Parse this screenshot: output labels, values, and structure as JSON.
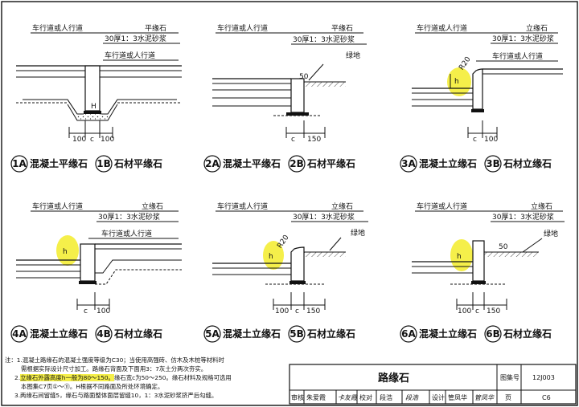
{
  "panels": [
    {
      "top_label": "车行道或人行道",
      "stone": "平缘石",
      "mortar": "30厚1：3水泥砂浆",
      "side_label": "车行道或人行道",
      "green": "",
      "dims": [
        "100",
        "c",
        "100"
      ]
    },
    {
      "top_label": "车行道或人行道",
      "stone": "平缘石",
      "mortar": "30厚1：3水泥砂浆",
      "side_label": "",
      "green": "绿地",
      "dims": [
        "c",
        "150"
      ]
    },
    {
      "top_label": "车行道或人行道",
      "stone": "立缘石",
      "mortar": "30厚1：3水泥砂浆",
      "side_label": "车行道或人行道",
      "green": "",
      "dims": [
        "c",
        "100"
      ]
    },
    {
      "top_label": "车行道或人行道",
      "stone": "立缘石",
      "mortar": "30厚1：3水泥砂浆",
      "side_label": "车行道或人行道",
      "green": "",
      "dims": [
        "c",
        "100"
      ]
    },
    {
      "top_label": "车行道或人行道",
      "stone": "立缘石",
      "mortar": "30厚1：3水泥砂浆",
      "side_label": "",
      "green": "绿地",
      "dims": [
        "100",
        "c",
        "150"
      ]
    },
    {
      "top_label": "车行道或人行道",
      "stone": "立缘石",
      "mortar": "30厚1：3水泥砂浆",
      "side_label": "",
      "green": "绿地",
      "dims": [
        "100",
        "c",
        "150"
      ]
    }
  ],
  "marks": {
    "h": "h",
    "r20": "R20",
    "fifty": "50"
  },
  "captions": [
    {
      "a_id": "1A",
      "a_text": "混凝土平缘石",
      "b_id": "1B",
      "b_text": "石材平缘石"
    },
    {
      "a_id": "2A",
      "a_text": "混凝土平缘石",
      "b_id": "2B",
      "b_text": "石材平缘石"
    },
    {
      "a_id": "3A",
      "a_text": "混凝土立缘石",
      "b_id": "3B",
      "b_text": "石材立缘石"
    },
    {
      "a_id": "4A",
      "a_text": "混凝土立缘石",
      "b_id": "4B",
      "b_text": "石材立缘石"
    },
    {
      "a_id": "5A",
      "a_text": "混凝土立缘石",
      "b_id": "5B",
      "b_text": "石材立缘石"
    },
    {
      "a_id": "6A",
      "a_text": "混凝土立缘石",
      "b_id": "6B",
      "b_text": "石材立缘石"
    }
  ],
  "notes": {
    "head": "注：",
    "n1a": "1.混凝土路缘石的混凝土强度等级为C30；当使用高强砖、仿木及木桩等材料时",
    "n1b": "需根据实际设计尺寸加工。路缘石背面及下面用3：7灰土分两次夯实。",
    "n2_pre": "2.",
    "n2_hl": "立缘石外露高度h一般为80～150。",
    "n2_post": "缘石宽c为50～250。缘石材料及规格可选用",
    "n2b": "本图集C7页①～⑪。H根据不同路面及所处环境确定。",
    "n3": "3.两缘石间留缝5，缘石与路面整体面层留缝10，1：3水泥砂浆挤严后勾缝。"
  },
  "title_block": {
    "title": "路缘石",
    "atlas_label": "图集号",
    "atlas_no": "12J003",
    "review": "审核",
    "reviewer": "朱爱霞",
    "check": "校对",
    "checker": "段浩",
    "design": "设计",
    "designer": "管凤华",
    "page_label": "页",
    "page_no": "C6",
    "sig1": "卡友霞",
    "sig2": "段浩",
    "sig3": "管凤华"
  }
}
